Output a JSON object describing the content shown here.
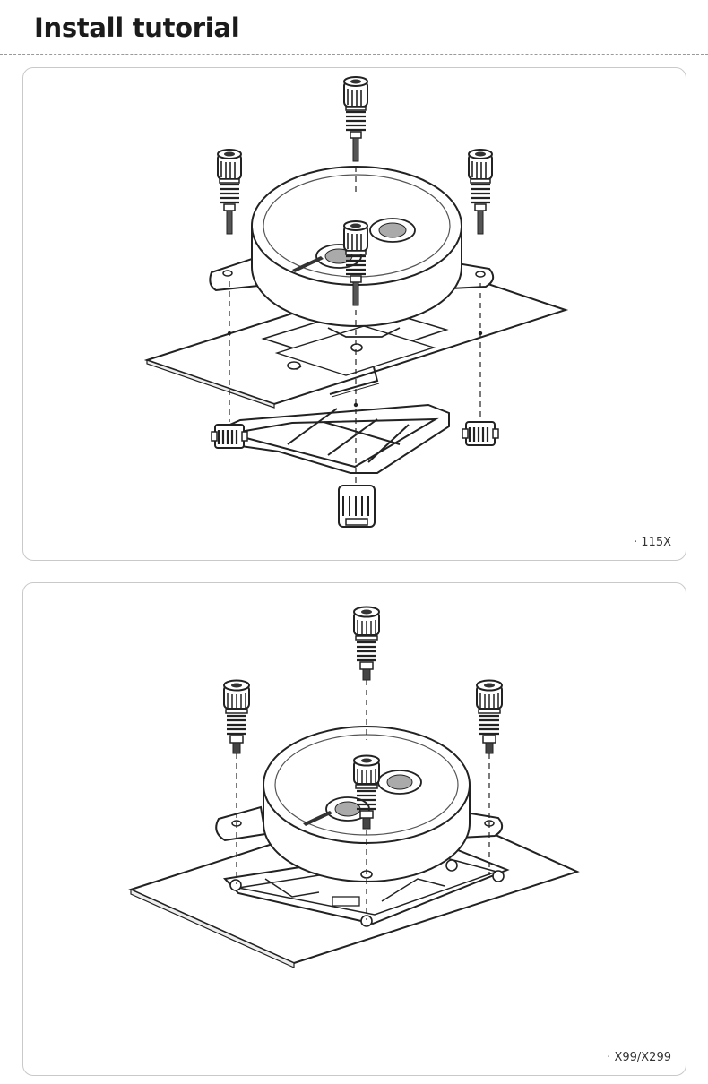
{
  "header": {
    "title": "Install tutorial"
  },
  "panels": [
    {
      "caption": "· 115X"
    },
    {
      "caption": "· X99/X299"
    }
  ]
}
